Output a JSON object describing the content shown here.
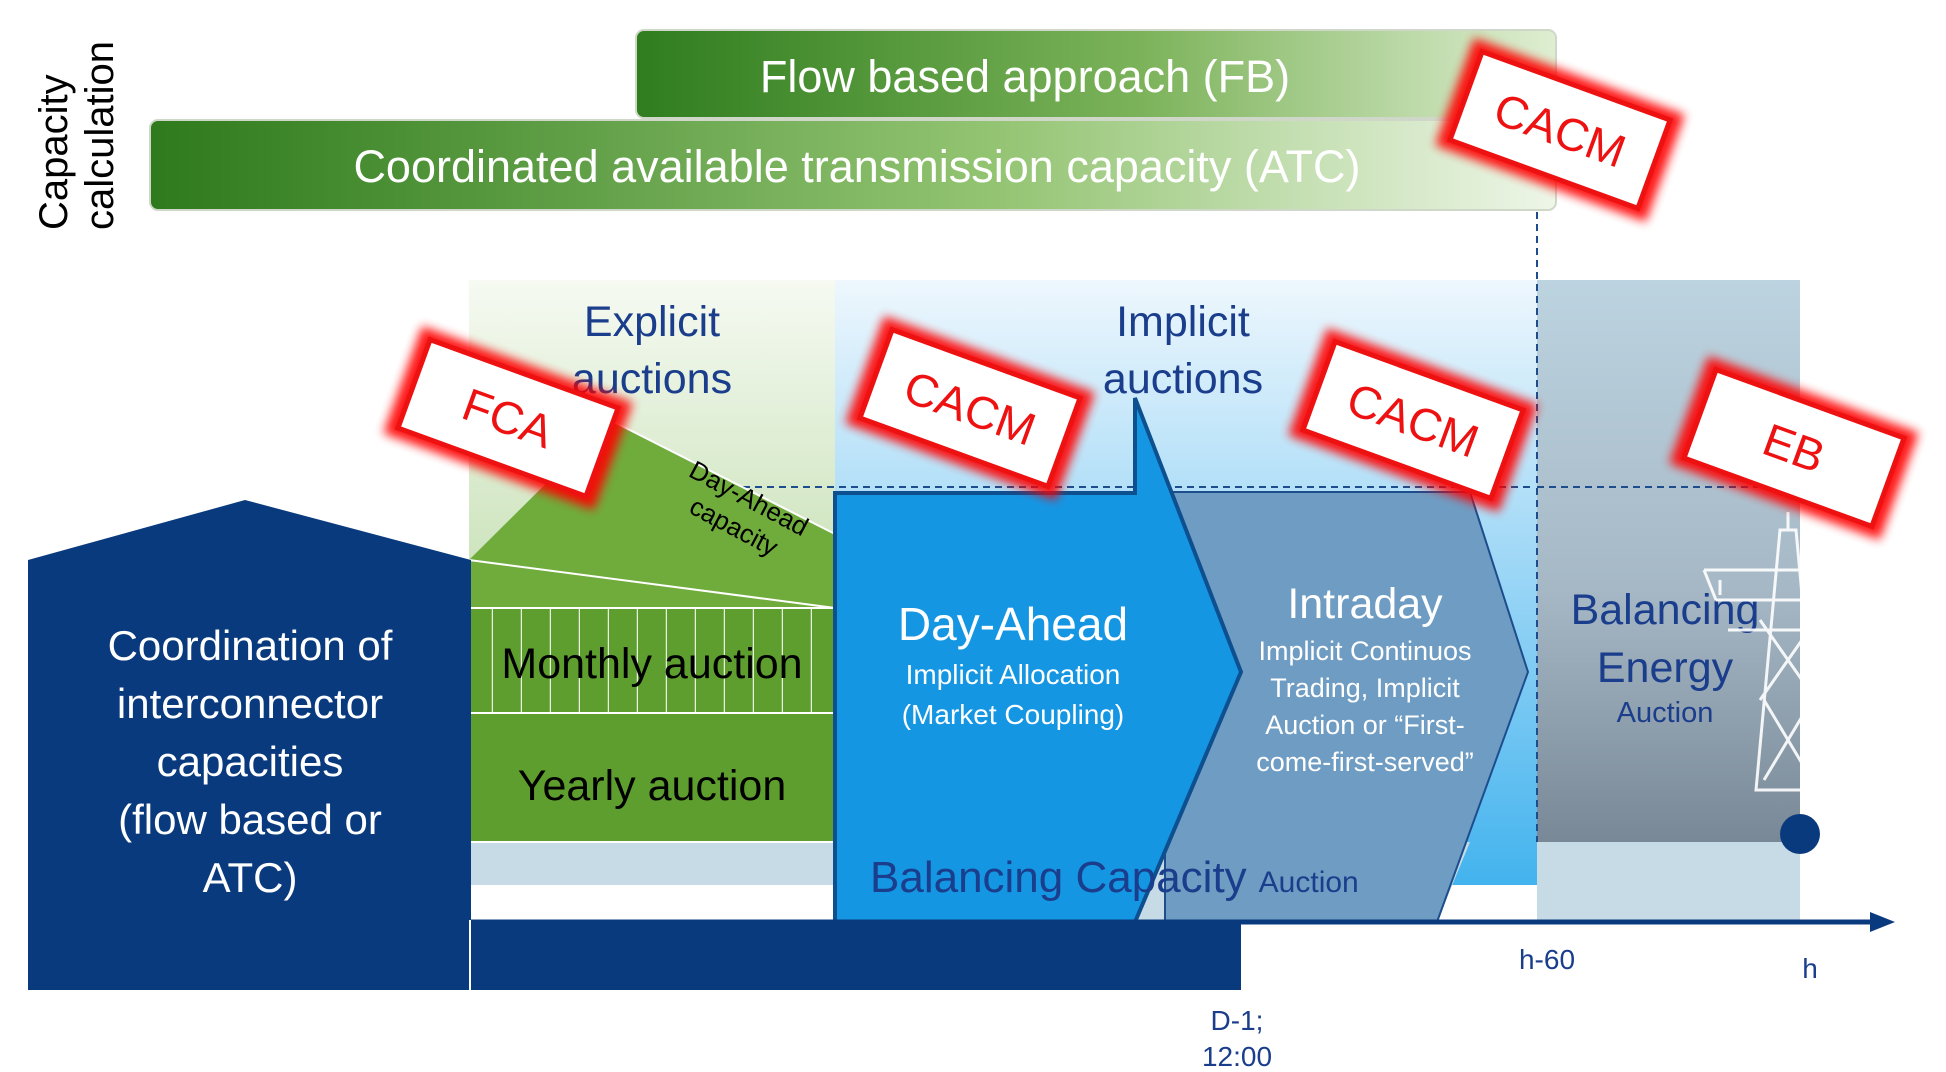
{
  "side_label": [
    "Capacity",
    "calculation"
  ],
  "capacity_bars": {
    "fb": "Flow based approach (FB)",
    "atc": "Coordinated available transmission capacity (ATC)"
  },
  "sections": {
    "explicit": [
      "Explicit",
      "auctions"
    ],
    "implicit": [
      "Implicit",
      "auctions"
    ]
  },
  "house_label": [
    "Coordination of",
    "interconnector",
    "capacities",
    "(flow based or",
    "ATC)"
  ],
  "day_ahead_capacity": [
    "Day-Ahead",
    "capacity"
  ],
  "monthly": "Monthly auction",
  "yearly": "Yearly auction",
  "day_ahead": {
    "title": "Day-Ahead",
    "lines": [
      "Implicit Allocation",
      "(Market Coupling)"
    ]
  },
  "intraday": {
    "title": "Intraday",
    "lines": [
      "Implicit Continuos",
      "Trading, Implicit",
      "Auction or “First-",
      "come-first-served”"
    ]
  },
  "balancing_energy": {
    "lines": [
      "Balancing",
      "Energy"
    ],
    "sub": "Auction"
  },
  "balancing_capacity": {
    "main": "Balancing Capacity",
    "sub": "Auction"
  },
  "stamps": [
    "CACM",
    "FCA",
    "CACM",
    "CACM",
    "EB"
  ],
  "timeline": {
    "h60": "h-60",
    "h": "h",
    "d1": [
      "D-1;",
      "12:00"
    ]
  },
  "colors": {
    "navy": "#0a3a7e",
    "green": "#5e9e2e",
    "blue": "#1596e3",
    "stamp_red": "#ee1111"
  }
}
